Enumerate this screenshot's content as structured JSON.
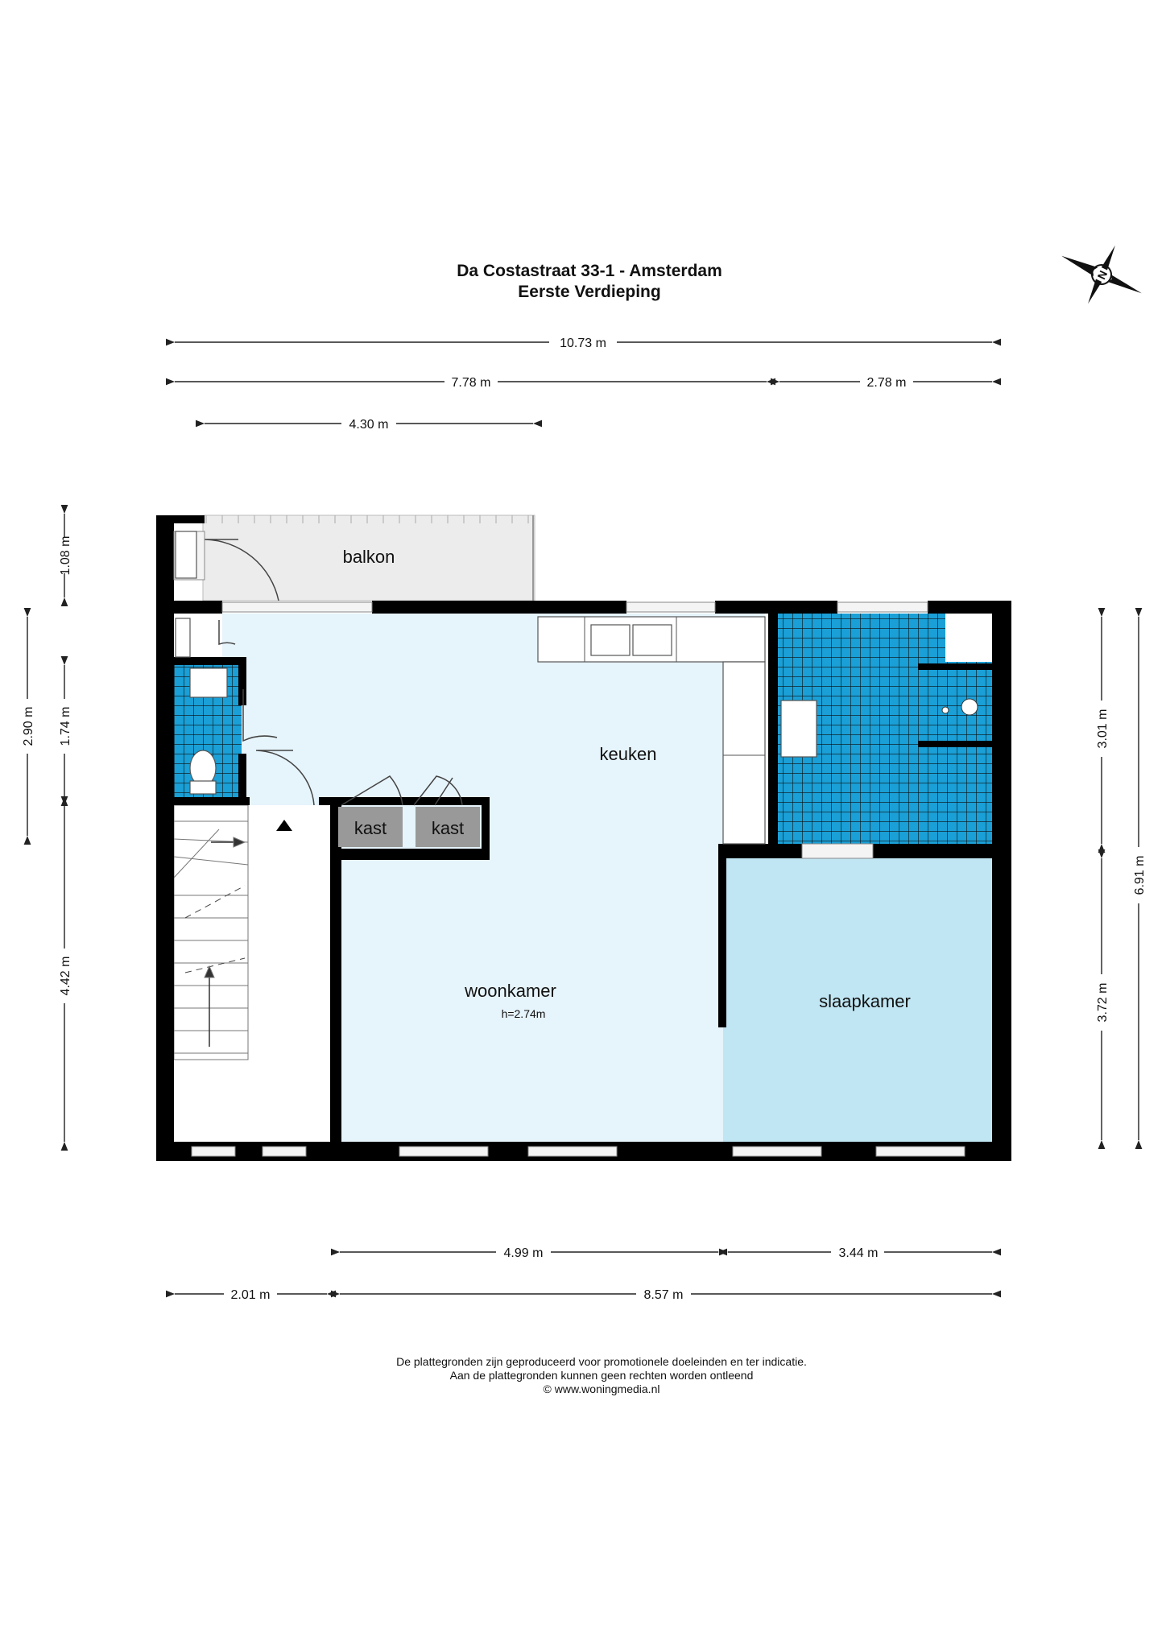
{
  "header": {
    "title": "Da Costastraat 33-1 - Amsterdam",
    "subtitle": "Eerste Verdieping"
  },
  "compass": {
    "icon": "compass-north-icon",
    "label": "N"
  },
  "dimensions": {
    "top_total": "10.73 m",
    "top_left": "7.78 m",
    "top_right": "2.78 m",
    "top_balcony": "4.30 m",
    "left_balcony": "1.08 m",
    "left_upper": "2.90 m",
    "left_toilet": "1.74 m",
    "left_stairs": "4.42 m",
    "right_bath": "3.01 m",
    "right_bedroom": "3.72 m",
    "right_total": "6.91 m",
    "bottom_living": "4.99 m",
    "bottom_bedroom": "3.44 m",
    "bottom_stairs": "2.01 m",
    "bottom_main": "8.57 m"
  },
  "rooms": {
    "balkon": "balkon",
    "keuken": "keuken",
    "woonkamer": "woonkamer",
    "woonkamer_height": "h=2.74m",
    "slaapkamer": "slaapkamer",
    "kast1": "kast",
    "kast2": "kast"
  },
  "disclaimer": {
    "line1": "De plattegronden zijn geproduceerd voor promotionele doeleinden en ter indicatie.",
    "line2": "Aan de plattegronden kunnen geen rechten worden ontleend",
    "line3": "© www.woningmedia.nl"
  },
  "colors": {
    "living_floor": "#e6f4fb",
    "bedroom_floor": "#c0e6f3",
    "tile": "#1a9fd6",
    "balcony": "#ececec",
    "kast": "#999999",
    "wall": "#000000"
  }
}
